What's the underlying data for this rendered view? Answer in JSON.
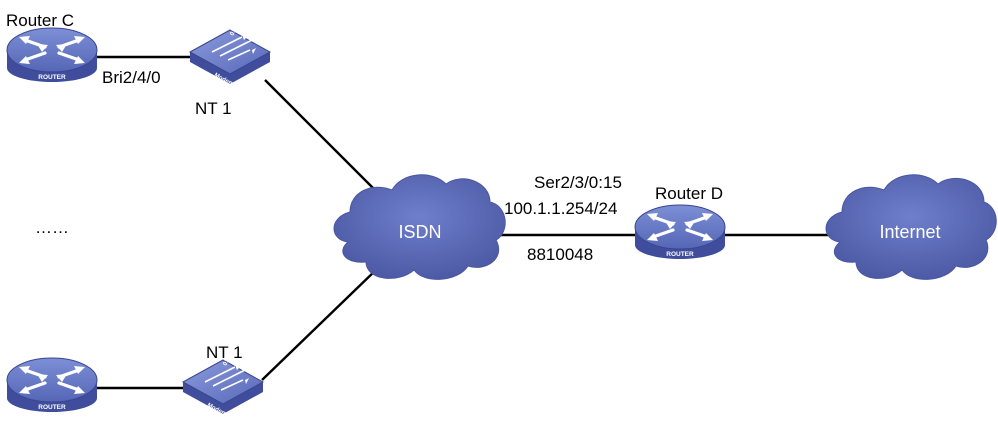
{
  "labels": {
    "router_c": "Router C",
    "router_d": "Router D",
    "bri_interface": "Bri2/4/0",
    "nt1_top": "NT 1",
    "nt1_bottom": "NT 1",
    "ellipsis": "……",
    "serial_interface": "Ser2/3/0:15",
    "ip_address": "100.1.1.254/24",
    "isdn_number": "8810048"
  },
  "clouds": {
    "isdn": "ISDN",
    "internet": "Internet"
  },
  "icons": {
    "router_badge": "ROUTER",
    "modem_badge": "Modem",
    "modem_binary": "0101"
  },
  "colors": {
    "device_fill": "#4a5aa8",
    "device_top": "#6b7cc6",
    "cloud_fill": "#5462b0",
    "link": "#000000"
  }
}
